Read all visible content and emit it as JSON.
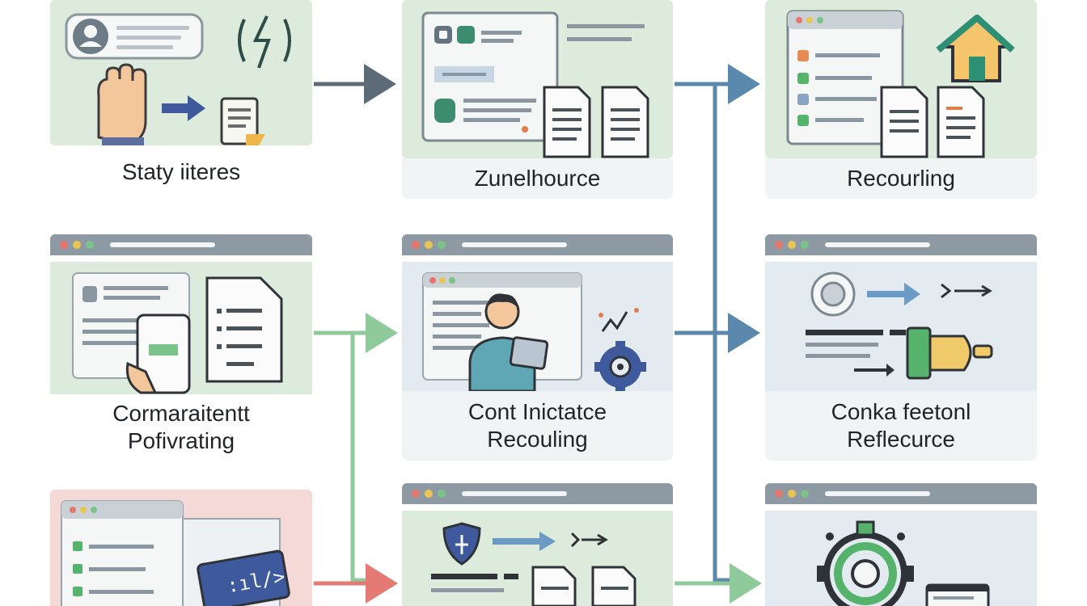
{
  "colors": {
    "green_panel": "#dcebdb",
    "blue_panel": "#e3ebf1",
    "red_panel": "#f5d9d7",
    "label_bg": "#f1f4f5",
    "window_bar": "#8d9aa3",
    "arrow_dark": "#5c6b75",
    "arrow_blue": "#5b88ad",
    "arrow_green": "#8fcb9a",
    "arrow_red": "#e57a74",
    "dot_red": "#e5766d",
    "dot_yellow": "#e9c653",
    "dot_green": "#7bc38a"
  },
  "cards": [
    {
      "id": "r1c1",
      "caption_lines": [
        "Staty iiteres"
      ]
    },
    {
      "id": "r1c2",
      "caption_lines": [
        "Zunelhource"
      ]
    },
    {
      "id": "r1c3",
      "caption_lines": [
        "Recourling"
      ]
    },
    {
      "id": "r2c1",
      "caption_lines": [
        "Cormaraitentt",
        "Pofivrating"
      ]
    },
    {
      "id": "r2c2",
      "caption_lines": [
        "Cont Inictatce",
        "Recouling"
      ]
    },
    {
      "id": "r2c3",
      "caption_lines": [
        "Conka feetonl",
        "Reflecurce"
      ]
    },
    {
      "id": "r3c1",
      "caption_lines": []
    },
    {
      "id": "r3c2",
      "caption_lines": []
    },
    {
      "id": "r3c3",
      "caption_lines": []
    }
  ],
  "icons": {
    "r1c1": [
      "user-avatar-icon",
      "hand-icon",
      "arrow-right-icon",
      "document-icon",
      "signal-bolt-icon"
    ],
    "r1c2": [
      "browser-window-icon",
      "document-icon",
      "document-icon"
    ],
    "r1c3": [
      "browser-window-icon",
      "house-icon",
      "document-icon",
      "document-icon"
    ],
    "r2c1": [
      "browser-window-icon",
      "phone-icon",
      "document-icon"
    ],
    "r2c2": [
      "browser-window-icon",
      "person-tablet-icon",
      "gear-icon",
      "trend-icon"
    ],
    "r2c3": [
      "browser-window-icon",
      "gear-icon",
      "arrow-right-icon",
      "plug-icon"
    ],
    "r3c1": [
      "browser-window-icon",
      "code-card-icon"
    ],
    "r3c2": [
      "browser-window-icon",
      "shield-icon",
      "arrow-right-icon",
      "document-icon"
    ],
    "r3c3": [
      "browser-window-icon",
      "target-gear-icon",
      "server-icon"
    ]
  }
}
